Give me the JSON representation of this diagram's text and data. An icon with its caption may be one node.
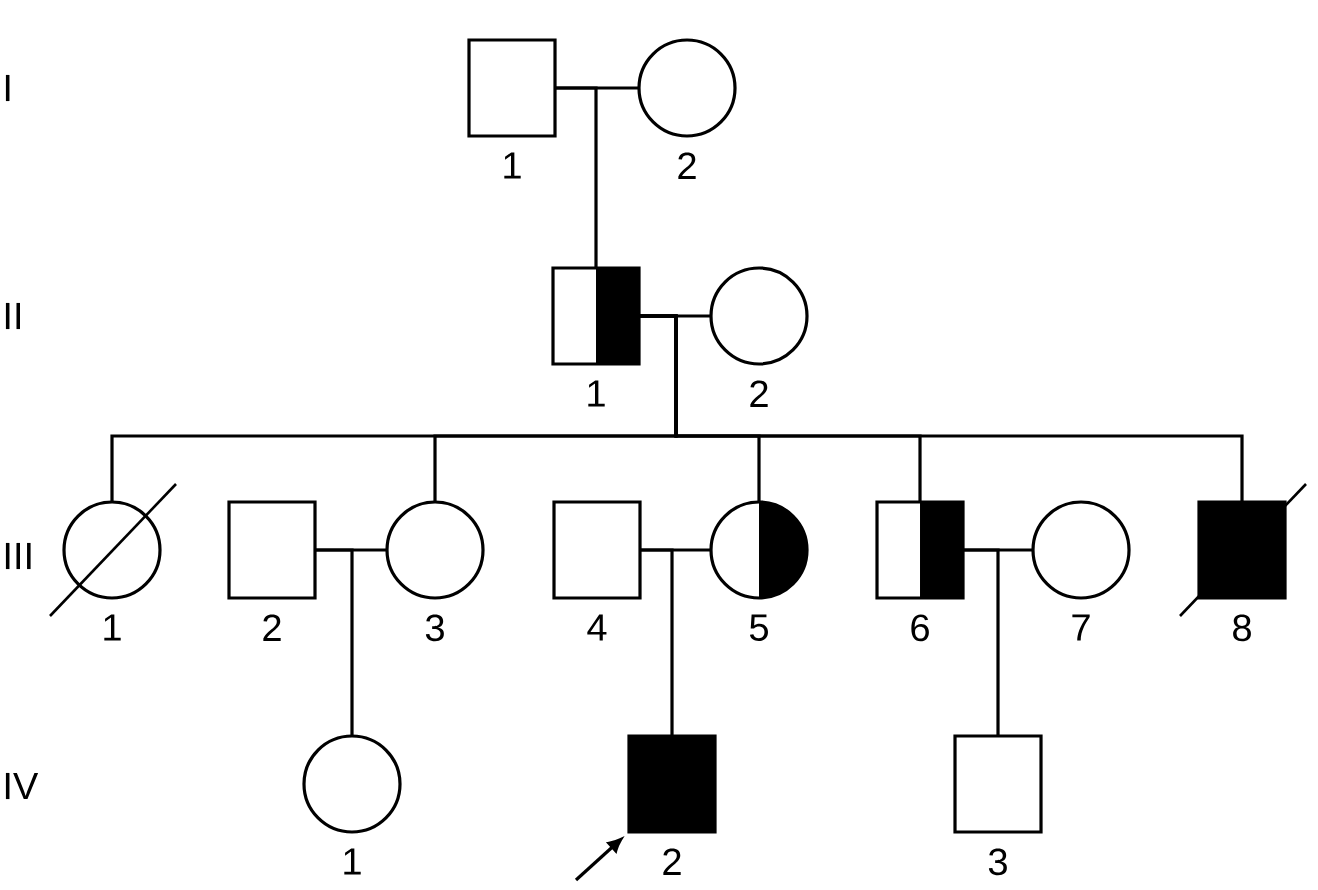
{
  "diagram": {
    "nodes": [
      {
        "text": [],
        "shape": "box",
        "beside": [
          "1"
        ]
      },
      {
        "text": [],
        "shape": "circle",
        "beside": [
          "2"
        ]
      },
      {
        "text": [],
        "shape": "box",
        "beside": [
          "1"
        ]
      },
      {
        "text": [],
        "shape": "circle",
        "beside": [
          "2"
        ]
      },
      {
        "text": [],
        "shape": "circle",
        "beside": [
          "1"
        ]
      },
      {
        "text": [],
        "shape": "box",
        "beside": [
          "2"
        ]
      },
      {
        "text": [],
        "shape": "circle",
        "beside": [
          "3"
        ]
      },
      {
        "text": [],
        "shape": "box",
        "beside": [
          "4"
        ]
      },
      {
        "text": [],
        "shape": "circle",
        "beside": [
          "5"
        ]
      },
      {
        "text": [],
        "shape": "box",
        "beside": [
          "6"
        ]
      },
      {
        "text": [],
        "shape": "circle",
        "beside": [
          "7"
        ]
      },
      {
        "text": [],
        "shape": "box",
        "beside": [
          "8"
        ]
      },
      {
        "text": [],
        "shape": "circle",
        "beside": [
          "1"
        ]
      },
      {
        "text": [],
        "shape": "box",
        "beside": [
          "2"
        ]
      },
      {
        "text": [],
        "shape": "box",
        "beside": [
          "3"
        ]
      }
    ],
    "edges": [
      {
        "from": 0,
        "to": 1,
        "arrow": "none"
      },
      {
        "from": 0,
        "to": 2,
        "arrow": "none"
      },
      {
        "from": 2,
        "to": 3,
        "arrow": "none"
      },
      {
        "from": 2,
        "to": 4,
        "arrow": "none"
      },
      {
        "from": 2,
        "to": 6,
        "arrow": "none"
      },
      {
        "from": 2,
        "to": 8,
        "arrow": "none"
      },
      {
        "from": 2,
        "to": 9,
        "arrow": "none"
      },
      {
        "from": 2,
        "to": 11,
        "arrow": "none"
      },
      {
        "from": 5,
        "to": 6,
        "arrow": "none"
      },
      {
        "from": 5,
        "to": 12,
        "arrow": "none"
      },
      {
        "from": 7,
        "to": 8,
        "arrow": "none"
      },
      {
        "from": 7,
        "to": 13,
        "arrow": "none"
      },
      {
        "from": 9,
        "to": 10,
        "arrow": "none"
      },
      {
        "from": 9,
        "to": 14,
        "arrow": "none"
      },
      {
        "from": null,
        "to": 13,
        "arrow": "to"
      }
    ],
    "labels": [
      "I",
      "II",
      "III",
      "IV"
    ]
  }
}
